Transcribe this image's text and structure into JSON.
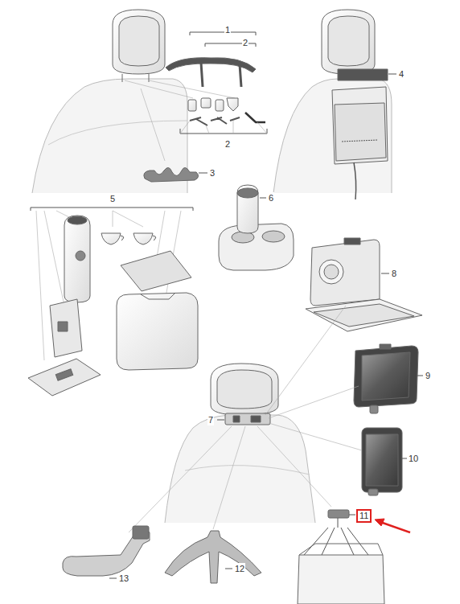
{
  "diagram": {
    "nodes": [
      {
        "text": [
          "11"
        ]
      }
    ],
    "labels": [
      "1",
      "2",
      "2",
      "3",
      "4",
      "5",
      "6",
      "7",
      "8",
      "9",
      "10",
      "12",
      "13"
    ]
  }
}
